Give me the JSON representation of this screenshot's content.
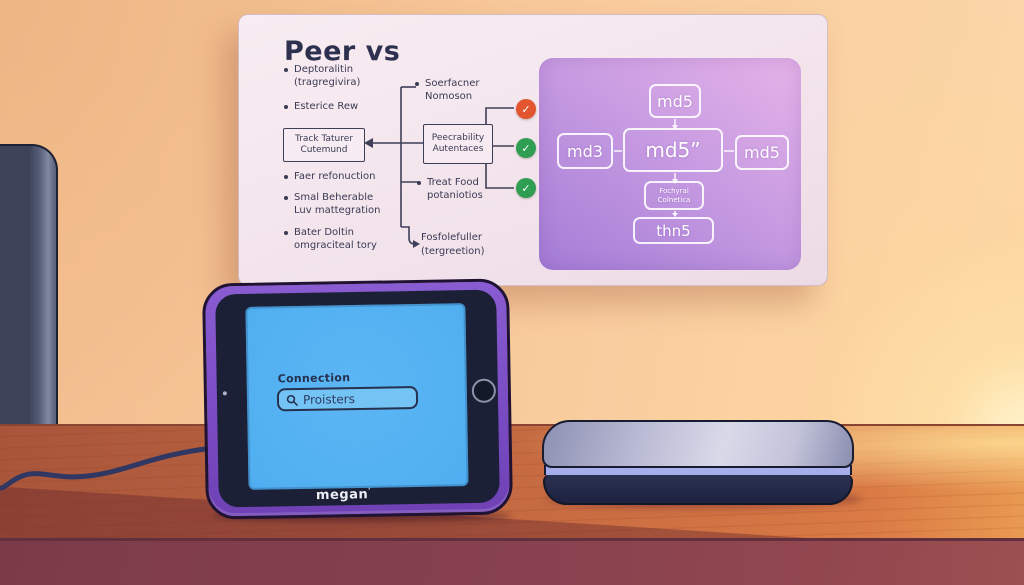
{
  "palette": {
    "check_orange": "#e2552e",
    "check_green": "#2f9e53",
    "screen_blue": "#4faef0",
    "tablet_frame_purple": "#7a4cc4",
    "flow_panel_purple_top": "#e7b4e9",
    "flow_panel_purple_bottom": "#a37cd6",
    "desk_wood": "#cb6e42",
    "wall_peach": "#f7c697"
  },
  "board": {
    "title": "Peer vs",
    "bullets_left": [
      {
        "l1": "Deptoralitin",
        "l2": "(tragregivira)"
      },
      {
        "l1": "Esterice Rew"
      },
      {
        "l1": "Faer refonuction"
      },
      {
        "l1": "Smal Beherable",
        "l2": "Luv mattegration"
      },
      {
        "l1": "Bater Doltin",
        "l2": "omgraciteal tory"
      }
    ],
    "track_box": {
      "l1": "Track Taturer",
      "l2": "Cutemund"
    },
    "mid_bullet_top": {
      "l1": "Soerfacner",
      "l2": "Nomoson"
    },
    "peer_box": {
      "l1": "Peecrability",
      "l2": "Autentaces"
    },
    "mid_bullet_bottom": {
      "l1": "Treat Food",
      "l2": "potaniotios"
    },
    "note": {
      "l1": "Fosfolefuller",
      "l2": "(tergreetion)"
    },
    "checks": [
      {
        "glyph": "✓",
        "color": "#e2552e"
      },
      {
        "glyph": "✓",
        "color": "#2f9e53"
      },
      {
        "glyph": "✓",
        "color": "#2f9e53"
      }
    ],
    "flow": {
      "top_box": "md5",
      "left_box": "md3",
      "center_box": "md5”",
      "right_box": "md5",
      "mid_box": {
        "l1": "Fochyral",
        "l2": "Colnetica"
      },
      "bottom_box": "thn5"
    }
  },
  "tablet": {
    "screen_label": "Connection",
    "search_value": "Proisters",
    "brand": "megan",
    "brand_mark": "’"
  }
}
